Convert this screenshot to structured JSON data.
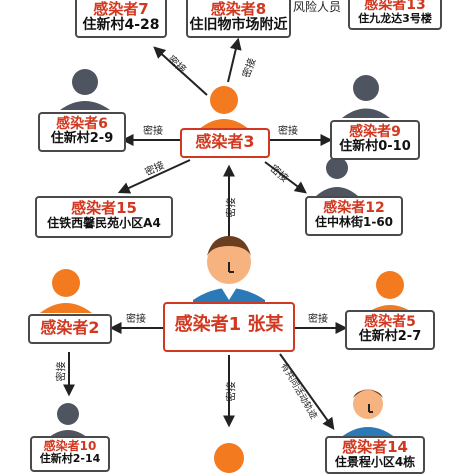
{
  "colors": {
    "infected": "#f47a20",
    "unknown": "#4f5560",
    "label": "#d2381f",
    "patient_zero_skin": "#f6b37f",
    "patient_zero_shirt": "#2c79b8"
  },
  "nodes": {
    "p7": {
      "label": "感染者7",
      "addr": "住新村4-28"
    },
    "p8": {
      "label": "感染者8",
      "addr": "住旧物市场附近"
    },
    "p13": {
      "label": "感染者13",
      "addr": "住九龙达3号楼",
      "note": "风险人员"
    },
    "p6": {
      "label": "感染者6",
      "addr": "住新村2-9"
    },
    "p3": {
      "label": "感染者3"
    },
    "p9": {
      "label": "感染者9",
      "addr": "住新村0-10"
    },
    "p15": {
      "label": "感染者15",
      "addr": "住铁西馨民苑小区A4"
    },
    "p12": {
      "label": "感染者12",
      "addr": "住中林街1-60"
    },
    "p2": {
      "label": "感染者2"
    },
    "p1": {
      "label": "感染者1 张某"
    },
    "p5": {
      "label": "感染者5",
      "addr": "住新村2-7"
    },
    "p10": {
      "label": "感染者10",
      "addr": "住新村2-14"
    },
    "p14": {
      "label": "感染者14",
      "addr": "住景程小区4栋"
    }
  },
  "edges": {
    "e3_7": "密接",
    "e3_8": "密接",
    "e3_6": "密接",
    "e3_9": "密接",
    "e3_15": "密接",
    "e3_12": "密接",
    "e1_3": "密接",
    "e1_2": "密接",
    "e1_5": "密接",
    "e2_10": "密接",
    "e1_14": "有共同活动轨迹"
  }
}
